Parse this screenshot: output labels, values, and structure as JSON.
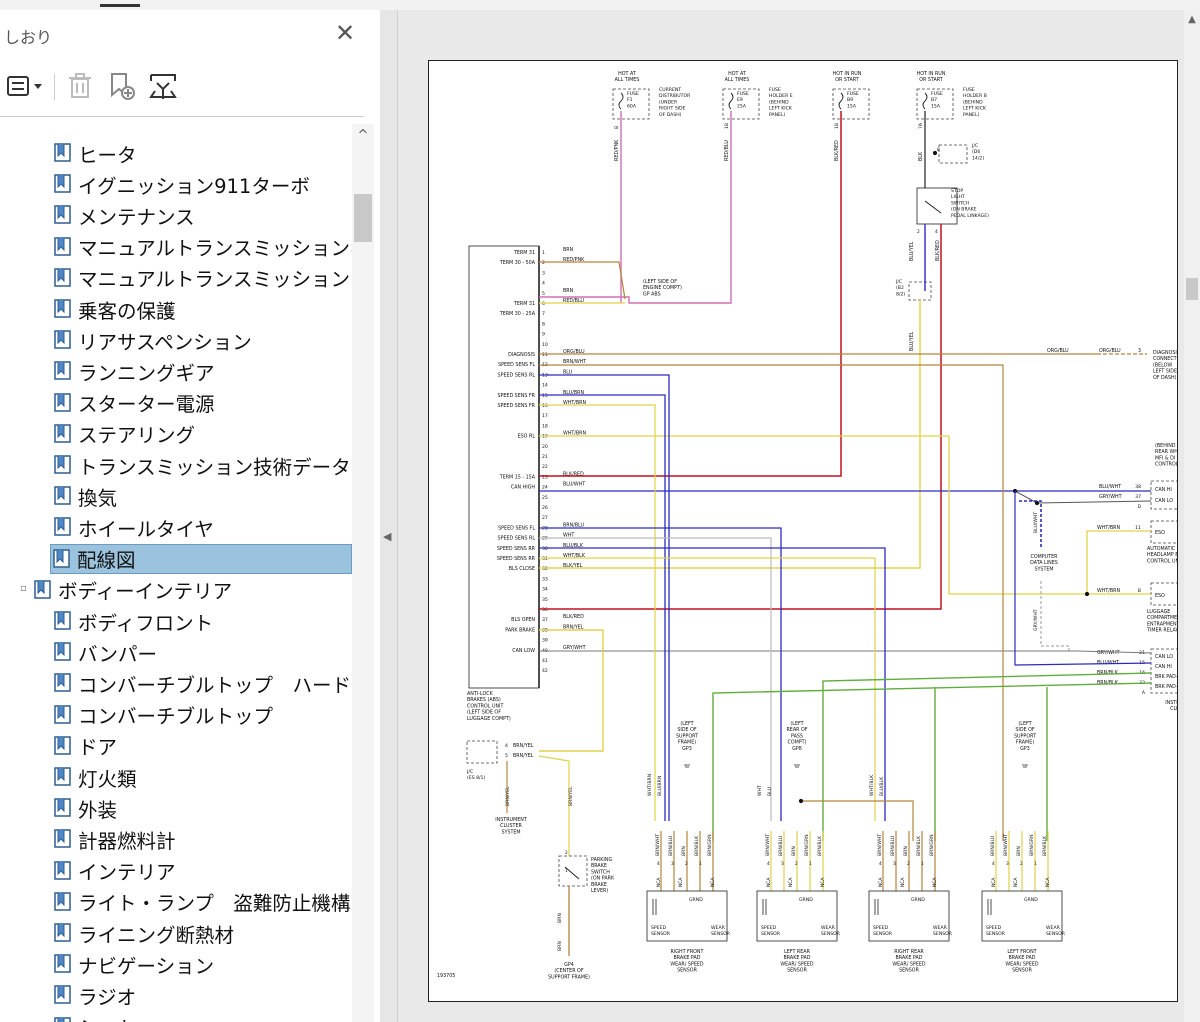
{
  "sidebar": {
    "title": "しおり",
    "close_icon": "close-icon",
    "toolbar": [
      {
        "name": "options-menu-button",
        "icon": "list-options-icon"
      },
      {
        "name": "delete-bookmark-button",
        "icon": "trash-icon"
      },
      {
        "name": "new-bookmark-button",
        "icon": "bookmark-add-icon"
      },
      {
        "name": "find-bookmark-button",
        "icon": "bookmark-find-icon"
      }
    ],
    "items": [
      {
        "label": "ヒータ",
        "level": 2
      },
      {
        "label": "イグニッション911ターボ",
        "level": 2
      },
      {
        "label": "メンテナンス",
        "level": 2
      },
      {
        "label": "マニュアルトランスミッションギア",
        "level": 2
      },
      {
        "label": "マニュアルトランスミッション",
        "level": 2
      },
      {
        "label": "乗客の保護",
        "level": 2
      },
      {
        "label": "リアサスペンション",
        "level": 2
      },
      {
        "label": "ランニングギア",
        "level": 2
      },
      {
        "label": "スターター電源",
        "level": 2
      },
      {
        "label": "ステアリング",
        "level": 2
      },
      {
        "label": "トランスミッション技術データ",
        "level": 2
      },
      {
        "label": "換気",
        "level": 2
      },
      {
        "label": "ホイールタイヤ",
        "level": 2
      },
      {
        "label": "配線図",
        "level": 2,
        "selected": true
      },
      {
        "label": "ボディーインテリア",
        "level": 1,
        "expandable": true
      },
      {
        "label": "ボディフロント",
        "level": 2
      },
      {
        "label": "バンパー",
        "level": 2
      },
      {
        "label": "コンバーチブルトップ　ハードトップ",
        "level": 2
      },
      {
        "label": "コンバーチブルトップ",
        "level": 2
      },
      {
        "label": "ドア",
        "level": 2
      },
      {
        "label": "灯火類",
        "level": 2
      },
      {
        "label": "外装",
        "level": 2
      },
      {
        "label": "計器燃料計",
        "level": 2
      },
      {
        "label": "インテリア",
        "level": 2
      },
      {
        "label": "ライト・ランプ　盗難防止機構",
        "level": 2
      },
      {
        "label": "ライニング断熱材",
        "level": 2
      },
      {
        "label": "ナビゲーション",
        "level": 2
      },
      {
        "label": "ラジオ",
        "level": 2
      },
      {
        "label": "シート",
        "level": 2
      }
    ]
  },
  "diagram": {
    "fuses": [
      {
        "top": "HOT AT\nALL TIMES",
        "fuse": "FUSE\nF1\n60A",
        "desc": "CURRENT\nDISTRIBUTOR\n(UNDER\nRIGHT SIDE\nOF DASH)",
        "pin": "B",
        "wire": "RED/PNK"
      },
      {
        "top": "HOT AT\nALL TIMES",
        "fuse": "FUSE\nE9\n25A",
        "desc": "FUSE\nHOLDER E\n(BEHIND\nLEFT KICK\nPANEL)",
        "pin": "1B",
        "wire": "RED/BLU"
      },
      {
        "top": "HOT IN RUN\nOR START",
        "fuse": "FUSE\nB9\n15A",
        "desc": "",
        "pin": "1B",
        "wire": "BLK/RED"
      },
      {
        "top": "HOT IN RUN\nOR START",
        "fuse": "FUSE\nB7\n15A",
        "desc": "FUSE\nHOLDER B\n(BEHIND\nLEFT KICK\nPANEL)",
        "pin": "7A",
        "wire": "BLK"
      }
    ],
    "abs_pin_labels": [
      "TERM 31",
      "TERM 30 - 50A",
      "",
      "",
      "",
      "TERM 31",
      "TERM 30 - 25A",
      "",
      "",
      "",
      "DIAGNOSIS",
      "SPEED SENS FL",
      "SPEED SENS RL",
      "",
      "SPEED SENS FR",
      "SPEED SENS FR",
      "",
      "",
      "ESO RL",
      "",
      "",
      "",
      "TERM 15 - 15A",
      "CAN HIGH",
      "",
      "",
      "",
      "SPEED SENS FL",
      "SPEED SENS RL",
      "SPEED SENS RR",
      "SPEED SENS RR",
      "BLS CLOSE",
      "",
      "",
      "",
      "",
      "BLS OPEN",
      "PARK BRAKE",
      "",
      "CAN LOW"
    ],
    "abs_wires": [
      "BRN",
      "RED/PNK",
      "",
      "",
      "BRN",
      "RED/BLU",
      "",
      "",
      "",
      "",
      "ORG/BLU",
      "BRN/WHT",
      "BLU",
      "",
      "BLU/BRN",
      "WHT/BRN",
      "",
      "",
      "WHT/BRN",
      "",
      "",
      "",
      "BLK/RED",
      "BLU/WHT",
      "",
      "",
      "",
      "BRN/BLU",
      "WHT",
      "BLU/BLK",
      "WHT/BLK",
      "BLK/YEL",
      "",
      "",
      "",
      "",
      "BLK/RED",
      "BRN/YEL",
      "",
      "GRY/WHT",
      "",
      ""
    ],
    "abs_unit_label": "ANTI-LOCK\nBRAKES (ABS)\nCONTROL UNIT\n(LEFT SIDE OF\nLUGGAGE COMPT)",
    "ground_gp_abs": "(LEFT SIDE OF\nENGINE COMPT)\nGP ABS",
    "stop_switch": "STOP\nLIGHT\nSWITCH\n(ON BRAKE\nPEDAL LINKAGE)",
    "jc_d": "J/C\n(D6\n14/2)",
    "jc_b": "J/C\n(B2\n8/2)",
    "stop_wire_left": "BLU/YEL",
    "stop_wire_right": "BLK/RED",
    "stop_pins": [
      "8",
      "2",
      "4"
    ],
    "diag_connector": "DIAGNOSIS\nCONNECTOR\n(BELOW\nLEFT SIDE\nOF DASH)",
    "diag_wire": "ORG/BLU",
    "diag_pin": "3",
    "mfi_unit": "(BEHIND LEFT\nREAR WHEELWELL)\nMFI & DI\nCONTROL UNIT",
    "can_hi": "CAN HI",
    "can_lo": "CAN LO",
    "eso": "ESO",
    "headlamp_unit": "AUTOMATIC\nHEADLAMP BEAM\nCONTROL UNIT",
    "luggage_unit": "LUGGAGE\nCOMPARTMENT\nENTRAPMENT\nTIMER RELAY",
    "instrument_cluster": "INSTRUMENT\nCLUSTER",
    "brk_pad_minus": "BRK PAD-",
    "brk_pad_plus": "BRK PAD+",
    "computer_data": "COMPUTER\nDATA LINES\nSYSTEM",
    "ic_wires": [
      "GRY/WHT",
      "BLU/WHT",
      "BRN/BLK",
      "BRN/BLK"
    ],
    "ic_pins": [
      "21",
      "15",
      "16",
      "32",
      "A"
    ],
    "mfi_wires": [
      "BLU/WHT",
      "GRY/WHT"
    ],
    "mfi_pins": [
      "38",
      "37",
      "D"
    ],
    "wht_brn": "WHT/BRN",
    "eso_pins": [
      "11",
      "B"
    ],
    "gry_wht": "GRY/WHT",
    "blu_wht": "BLU/WHT",
    "jc_es": "J/C\n(ES 8/1)",
    "jc_es_wires": [
      "BRN/YEL",
      "BRN/YEL"
    ],
    "jc_es_pins": [
      "4",
      "5"
    ],
    "ic_system": "INSTRUMENT\nCLUSTER\nSYSTEM",
    "brn_yel": "BRN/YEL",
    "park_switch": "PARKING\nBRAKE\nSWITCH\n(ON PARK\nBRAKE\nLEVER)",
    "park_wire": "BRN",
    "park_pins": [
      "2",
      "1"
    ],
    "gp4": "GP4\n(CENTER OF\nSUPPORT FRAME)",
    "ground_labels": [
      "(LEFT\nSIDE OF\nSUPPORT\nFRAME)\nGP3",
      "(LEFT\nREAR OF\nPASS\nCOMPT)\nGP8",
      "(LEFT\nSIDE OF\nSUPPORT\nFRAME)\nGP3"
    ],
    "sensors": [
      {
        "label": "RIGHT FRONT\nBRAKE PAD\nWEAR/ SPEED\nSENSOR",
        "wires": [
          "BRN/WHT",
          "BRN/BLU",
          "BRN",
          "BRN/BLK",
          "BRN/GRN"
        ],
        "top_wires": [
          "WHT/BRN",
          "BLU/BRN"
        ]
      },
      {
        "label": "LEFT REAR\nBRAKE PAD\nWEAR/ SPEED\nSENSOR",
        "wires": [
          "BRN/WHT",
          "BRN/BLU",
          "BRN",
          "BRN/GRN",
          "BRN/BLK"
        ],
        "top_wires": [
          "WHT",
          "BLU"
        ]
      },
      {
        "label": "RIGHT REAR\nBRAKE PAD\nWEAR/ SPEED\nSENSOR",
        "wires": [
          "BRN/WHT",
          "BRN/BLU",
          "BRN",
          "BRN/BLK",
          "BRN/GRN"
        ],
        "top_wires": [
          "WHT/BLK",
          "BLU/BLK"
        ]
      },
      {
        "label": "LEFT FRONT\nBRAKE PAD\nWEAR/ SPEED\nSENSOR",
        "wires": [
          "BRN/BLU",
          "BRN/WHT",
          "BRN",
          "BRN/GRN",
          "BRN/BLK"
        ],
        "top_wires": []
      }
    ],
    "sensor_pins": [
      "4",
      "3",
      "2",
      "1"
    ],
    "nca": "NCA",
    "speed_sensor": "SPEED\nSENSOR",
    "wear_sensor": "WEAR\nSENSOR",
    "grnd": "GRND",
    "doc_id": "193705"
  },
  "colors": {
    "selected_bg": "#9cc3de",
    "wire_red": "#c1121f",
    "wire_blue": "#2b2bbf",
    "wire_yellow": "#e0d24a",
    "wire_green": "#5fae3c",
    "wire_brown": "#b5843a",
    "wire_pink": "#d070b0"
  }
}
